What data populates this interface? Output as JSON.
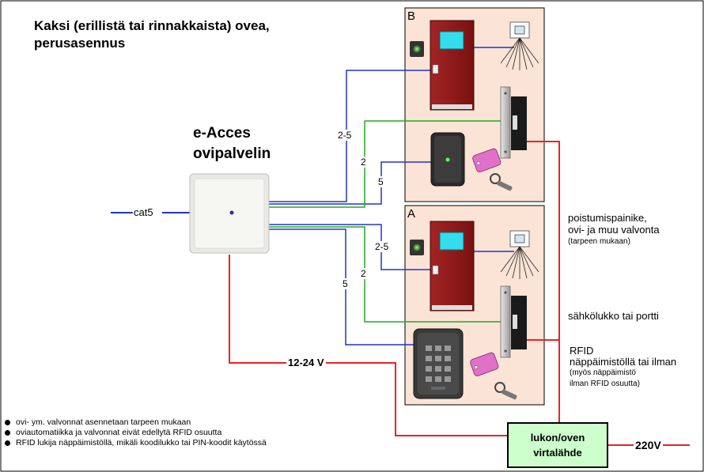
{
  "title_line1": "Kaksi (erillistä tai rinnakkaista) ovea,",
  "title_line2": "perusasennus",
  "server_line1": "e-Acces",
  "server_line2": "ovipalvelin",
  "doors": {
    "a": "A",
    "b": "B"
  },
  "cable_labels": {
    "cat5": "cat5",
    "b_25": "2-5",
    "b_2": "2",
    "b_5": "5",
    "a_25": "2-5",
    "a_2": "2",
    "a_5": "5"
  },
  "voltage_low": "12-24 V",
  "voltage_main": "220V",
  "power_supply_line1": "lukon/oven",
  "power_supply_line2": "virtalähde",
  "right_labels": {
    "exit_line1": "poistumispainike,",
    "exit_line2": "ovi- ja muu valvonta",
    "exit_line3": "(tarpeen mukaan)",
    "lock": "sähkölukko tai portti",
    "rfid_line1": "RFID",
    "rfid_line2": "näppäimistöllä tai ilman",
    "rfid_line3": "(myös näppäimistö",
    "rfid_line4": "ilman RFID osuutta)"
  },
  "notes": [
    "ovi- ym. valvonnat asennetaan tarpeen mukaan",
    "oviautomatiikka ja valvonnat eivät edellytä RFID osuutta",
    "RFID lukija näppäimistöllä, mikäli koodilukko tai PIN-koodit käytössä"
  ],
  "colors": {
    "panel_bg": "#fbe4d5",
    "door_red": "#8b1a1a",
    "window_cyan": "#33ddee",
    "wire_blue": "#2233cc",
    "wire_green": "#22aa22",
    "wire_red": "#ee2222",
    "psu_bg": "#ccffcc"
  }
}
